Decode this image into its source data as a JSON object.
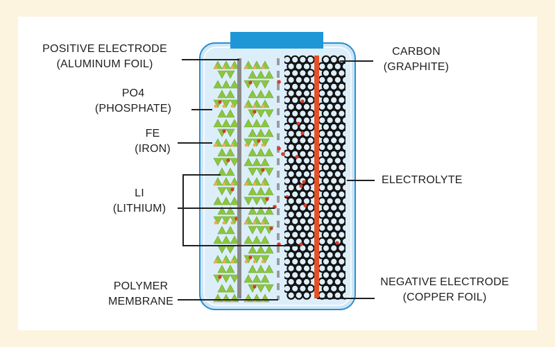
{
  "labels": {
    "positive_electrode": [
      "POSITIVE ELECTRODE",
      "(ALUMINUM FOIL)"
    ],
    "phosphate": [
      "PO4",
      "(PHOSPHATE)"
    ],
    "iron": [
      "FE",
      "(IRON)"
    ],
    "lithium": [
      "LI",
      "(LITHIUM)"
    ],
    "polymer_membrane": [
      "POLYMER",
      "MEMBRANE"
    ],
    "carbon": [
      "CARBON",
      "(GRAPHITE)"
    ],
    "electrolyte": [
      "ELECTROLYTE"
    ],
    "negative_electrode": [
      "NEGATIVE ELECTRODE",
      "(COPPER FOIL)"
    ]
  },
  "colors": {
    "page_background": "#fcf4df",
    "card_background": "#ffffff",
    "cell_fill": "#cfe6f5",
    "cell_border": "#2a8ed3",
    "terminal": "#1f97d6",
    "aluminum_foil": "#8a8a8a",
    "copper_foil": "#e2522a",
    "phosphate_green": "#8cc63f",
    "iron_orange": "#f0a94f",
    "lithium_red": "#d93a2b",
    "graphite_black": "#111111",
    "membrane_dash": "#9b9b9b"
  }
}
